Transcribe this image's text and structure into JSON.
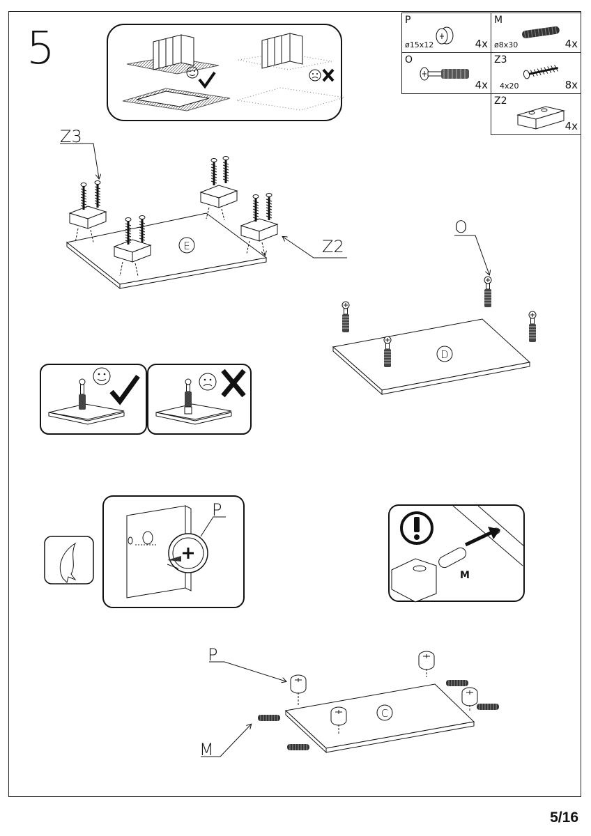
{
  "step_number": "5",
  "page_number": "5/16",
  "parts": [
    {
      "code": "P",
      "size": "ø15x12",
      "qty": "4x"
    },
    {
      "code": "M",
      "size": "ø8x30",
      "qty": "4x"
    },
    {
      "code": "O",
      "size": "",
      "qty": "4x"
    },
    {
      "code": "Z3",
      "size": "4x20",
      "qty": "8x"
    },
    {
      "code": "Z2",
      "size": "",
      "qty": "4x"
    }
  ],
  "callouts": {
    "z3": "Z3",
    "z2": "Z2",
    "o": "O",
    "panel_e": "E",
    "panel_d": "D",
    "panel_c": "C",
    "p_detail": "P",
    "p_bottom": "P",
    "m_detail": "M",
    "m_bottom": "M"
  },
  "colors": {
    "line": "#111111",
    "panel_bg": "#ffffff",
    "hatch": "#555555"
  },
  "icons": [
    "smiley-icon",
    "check-icon",
    "sad-face-icon",
    "cross-icon",
    "exclamation-icon",
    "glue-icon"
  ]
}
